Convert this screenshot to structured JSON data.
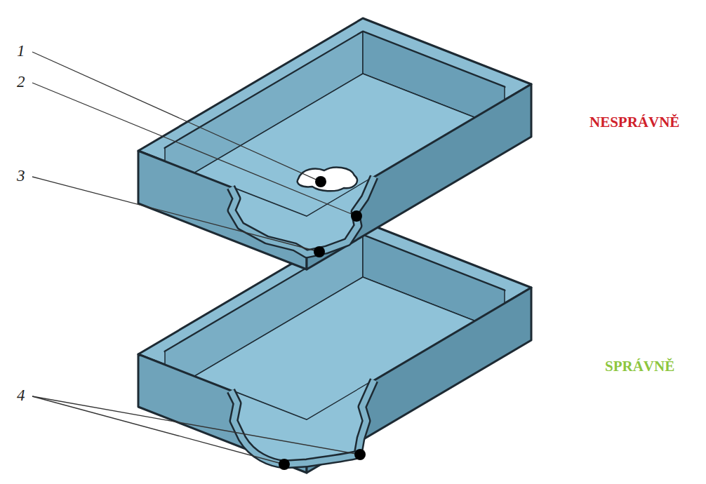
{
  "diagram": {
    "labels": [
      "1",
      "2",
      "3",
      "4",
      "NESPRÁVNĚ",
      "SPRÁVNĚ"
    ]
  }
}
